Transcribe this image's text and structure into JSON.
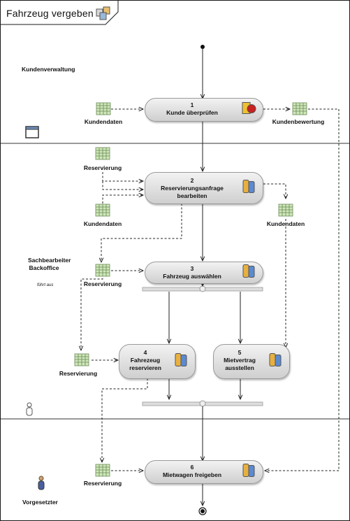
{
  "title": "Fahrzeug vergeben",
  "lanes": [
    {
      "name": "Kundenverwaltung"
    },
    {
      "name": "Sachbearbeiter Backoffice",
      "note": "führt aus"
    },
    {
      "name": "Vorgesetzter"
    }
  ],
  "activities": [
    {
      "num": "1",
      "name": "Kunde überprüfen"
    },
    {
      "num": "2",
      "name": "Reservierungsanfrage bearbeiten"
    },
    {
      "num": "3",
      "name": "Fahrzeug auswählen"
    },
    {
      "num": "4",
      "name": "Fahrezeug reservieren"
    },
    {
      "num": "5",
      "name": "Mietvertrag ausstellen"
    },
    {
      "num": "6",
      "name": "Mietwagen freigeben"
    }
  ],
  "data_objects": [
    {
      "label": "Kundendaten"
    },
    {
      "label": "Kundenbewertung"
    },
    {
      "label": "Reservierung"
    },
    {
      "label": "Kundendaten"
    },
    {
      "label": "Kundendaten"
    },
    {
      "label": "Reservierung"
    },
    {
      "label": "Reservierung"
    },
    {
      "label": "Reservierung"
    }
  ]
}
